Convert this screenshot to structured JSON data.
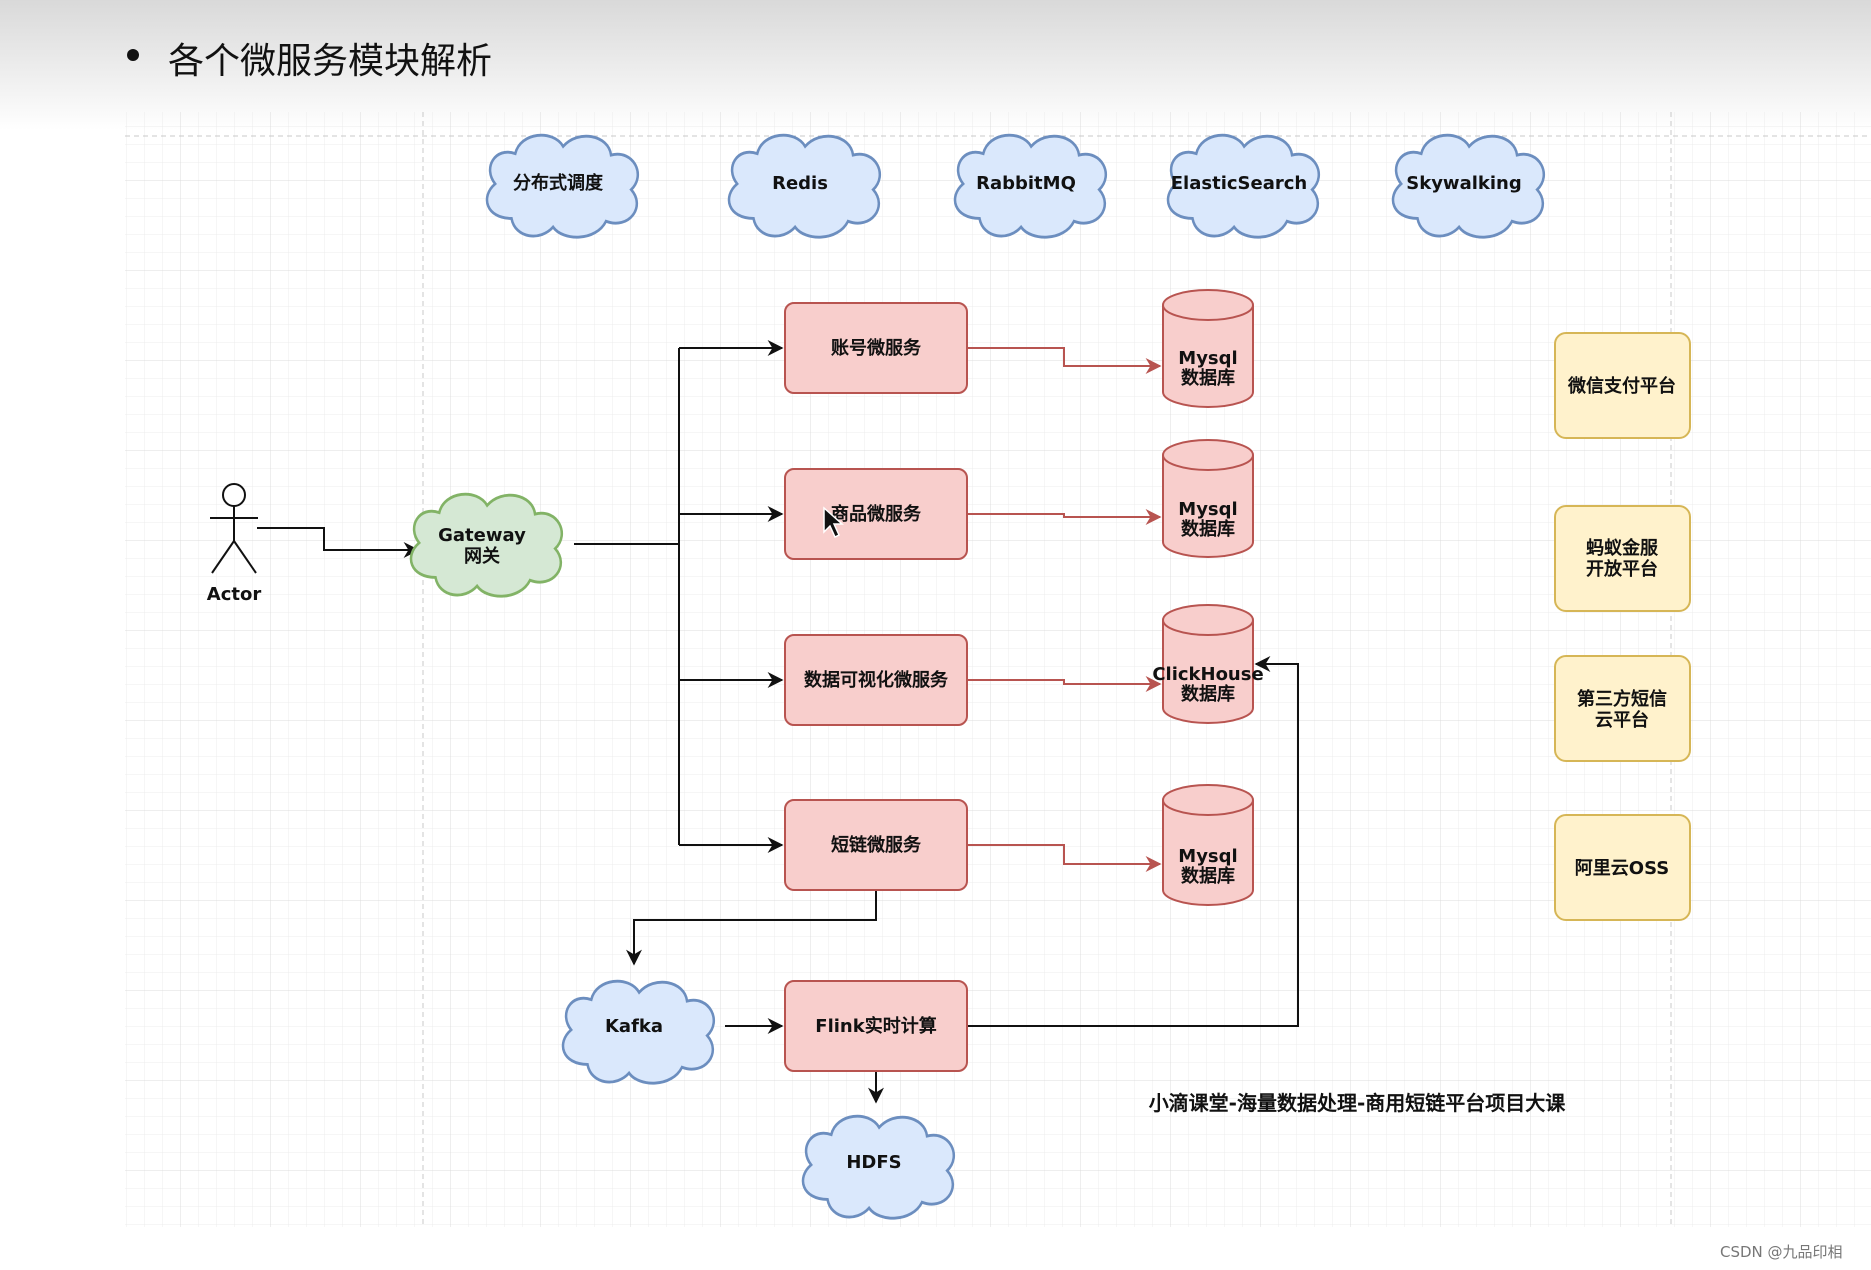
{
  "title": "各个微服务模块解析",
  "icons": {
    "bullet": "bullet-dot-icon",
    "actor": "stick-figure-icon",
    "cursor": "mouse-pointer-icon"
  },
  "colors": {
    "cloud_blue": "#dae8fc",
    "cloud_blue_border": "#6c8ebf",
    "cloud_green": "#d5e8d4",
    "cloud_green_border": "#82b366",
    "service_fill": "#f8cecc",
    "service_border": "#b85450",
    "platform_fill": "#fff2cc",
    "platform_border": "#d6b656",
    "db_fill": "#f8cecc",
    "db_border": "#b85450",
    "db_edge": "#b85450"
  },
  "clouds_top": [
    "分布式调度",
    "Redis",
    "RabbitMQ",
    "ElasticSearch",
    "Skywalking"
  ],
  "actor": {
    "label": "Actor"
  },
  "gateway": {
    "line1": "Gateway",
    "line2": "网关"
  },
  "services": [
    "账号微服务",
    "商品微服务",
    "数据可视化微服务",
    "短链微服务"
  ],
  "databases": [
    {
      "line1": "Mysql",
      "line2": "数据库"
    },
    {
      "line1": "Mysql",
      "line2": "数据库"
    },
    {
      "line1": "ClickHouse",
      "line2": "数据库"
    },
    {
      "line1": "Mysql",
      "line2": "数据库"
    }
  ],
  "platforms": [
    {
      "line1": "微信支付平台",
      "line2": ""
    },
    {
      "line1": "蚂蚁金服",
      "line2": "开放平台"
    },
    {
      "line1": "第三方短信",
      "line2": "云平台"
    },
    {
      "line1": "阿里云OSS",
      "line2": ""
    }
  ],
  "kafka": "Kafka",
  "flink": "Flink实时计算",
  "hdfs": "HDFS",
  "course_caption": "小滴课堂-海量数据处理-商用短链平台项目大课",
  "watermark": "CSDN @九品印相"
}
